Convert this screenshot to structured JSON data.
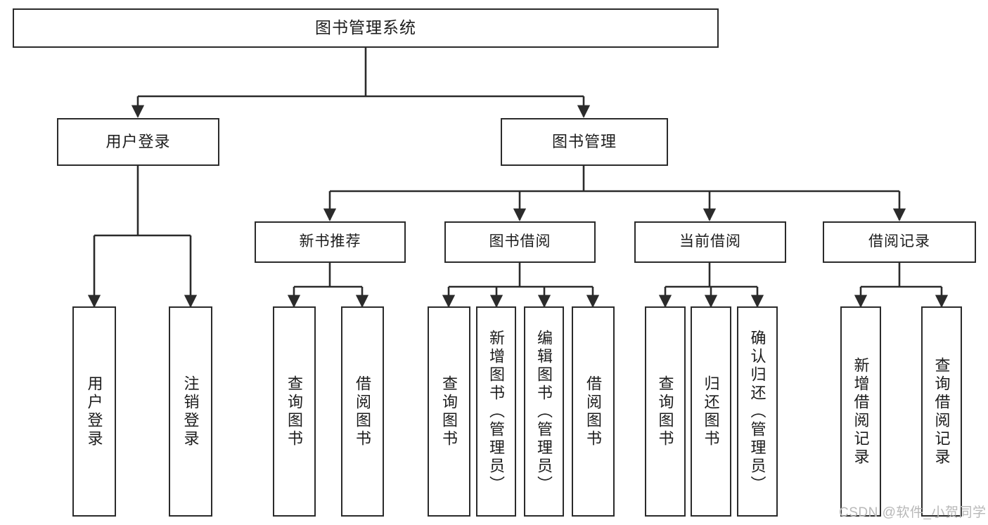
{
  "diagram": {
    "type": "tree-hierarchy",
    "title": "图书管理系统",
    "stroke_color": "#2b2b2b",
    "fill_color": "#ffffff",
    "text_color": "#1c1c1c",
    "root": {
      "label": "图书管理系统"
    },
    "level2": [
      {
        "label": "用户登录"
      },
      {
        "label": "图书管理"
      }
    ],
    "level3": [
      {
        "label": "新书推荐"
      },
      {
        "label": "图书借阅"
      },
      {
        "label": "当前借阅"
      },
      {
        "label": "借阅记录"
      }
    ],
    "leaves": {
      "user_login": [
        {
          "label": "用户登录"
        },
        {
          "label": "注销登录"
        }
      ],
      "new_book_recommend": [
        {
          "label": "查询图书"
        },
        {
          "label": "借阅图书"
        }
      ],
      "book_borrow": [
        {
          "label": "查询图书"
        },
        {
          "label": "新增图书（管理员）"
        },
        {
          "label": "编辑图书（管理员）"
        },
        {
          "label": "借阅图书"
        }
      ],
      "current_borrow": [
        {
          "label": "查询图书"
        },
        {
          "label": "归还图书"
        },
        {
          "label": "确认归还（管理员）"
        }
      ],
      "borrow_record": [
        {
          "label": "新增借阅记录"
        },
        {
          "label": "查询借阅记录"
        }
      ]
    }
  },
  "watermark": {
    "text": "CSDN @软件_小贺同学",
    "color": "#b8b8b8"
  }
}
